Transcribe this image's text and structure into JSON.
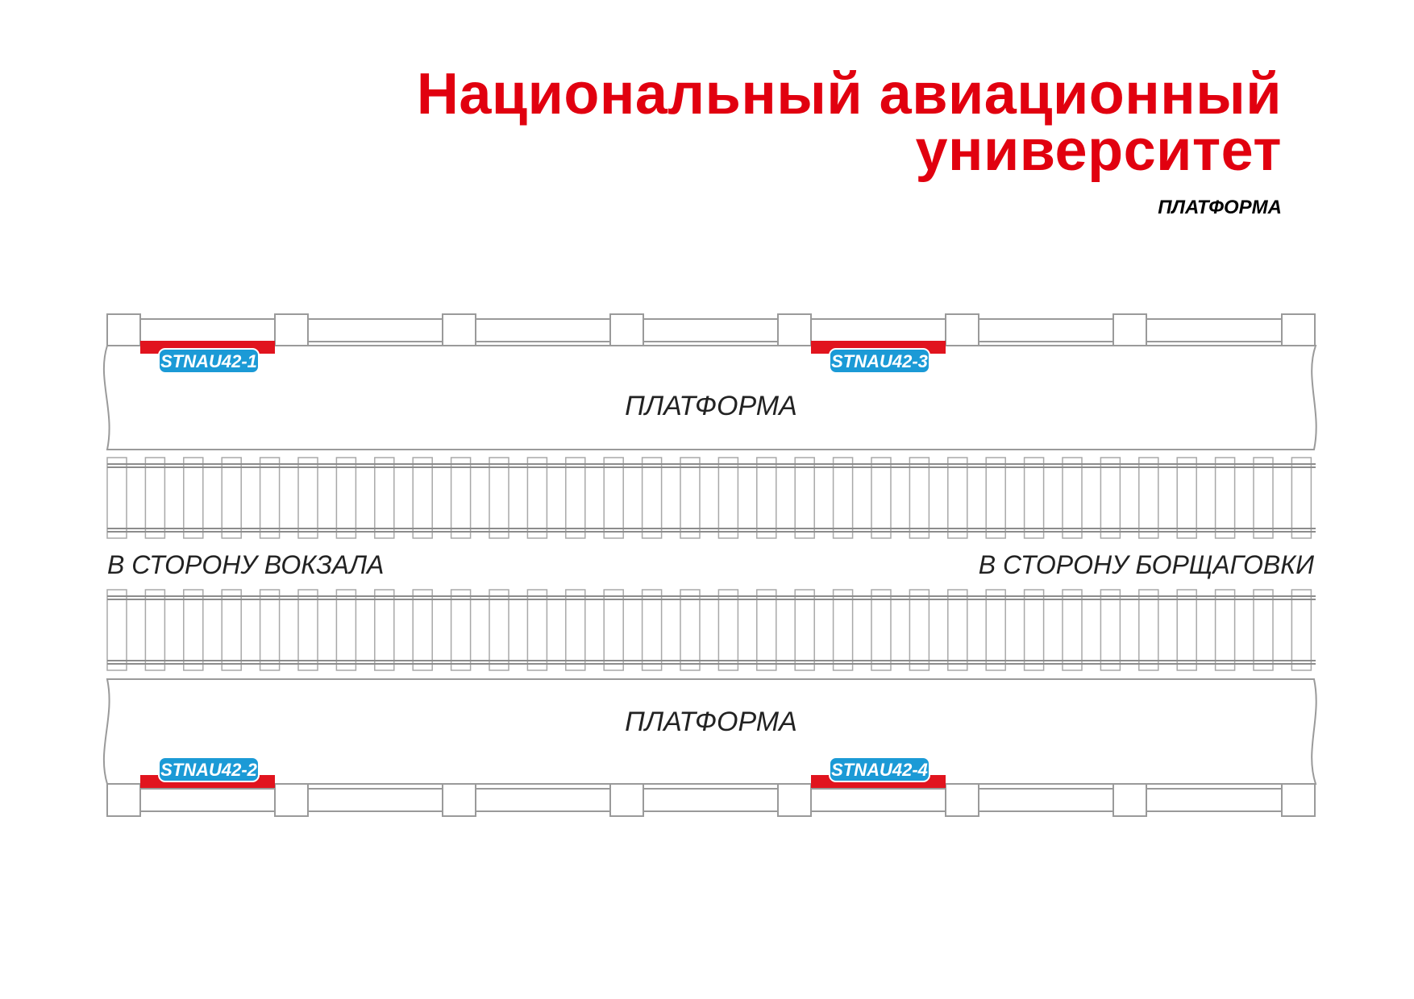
{
  "header": {
    "title_line1": "Национальный авиационный",
    "title_line2": "университет",
    "subtitle": "ПЛАТФОРМА"
  },
  "colors": {
    "title": "#e1000f",
    "exit_bar": "#e1141e",
    "tag_bg": "#1b9ad6",
    "outline": "#9a9a9a"
  },
  "platforms": {
    "top_label": "ПЛАТФОРМА",
    "bottom_label": "ПЛАТФОРМА"
  },
  "directions": {
    "left": "В СТОРОНУ ВОКЗАЛА",
    "right": "В СТОРОНУ БОРЩАГОВКИ"
  },
  "exits": [
    {
      "id": "STNAU42-1",
      "platform": "top",
      "segment": 1
    },
    {
      "id": "STNAU42-3",
      "platform": "top",
      "segment": 5
    },
    {
      "id": "STNAU42-2",
      "platform": "bottom",
      "segment": 1
    },
    {
      "id": "STNAU42-4",
      "platform": "bottom",
      "segment": 5
    }
  ]
}
